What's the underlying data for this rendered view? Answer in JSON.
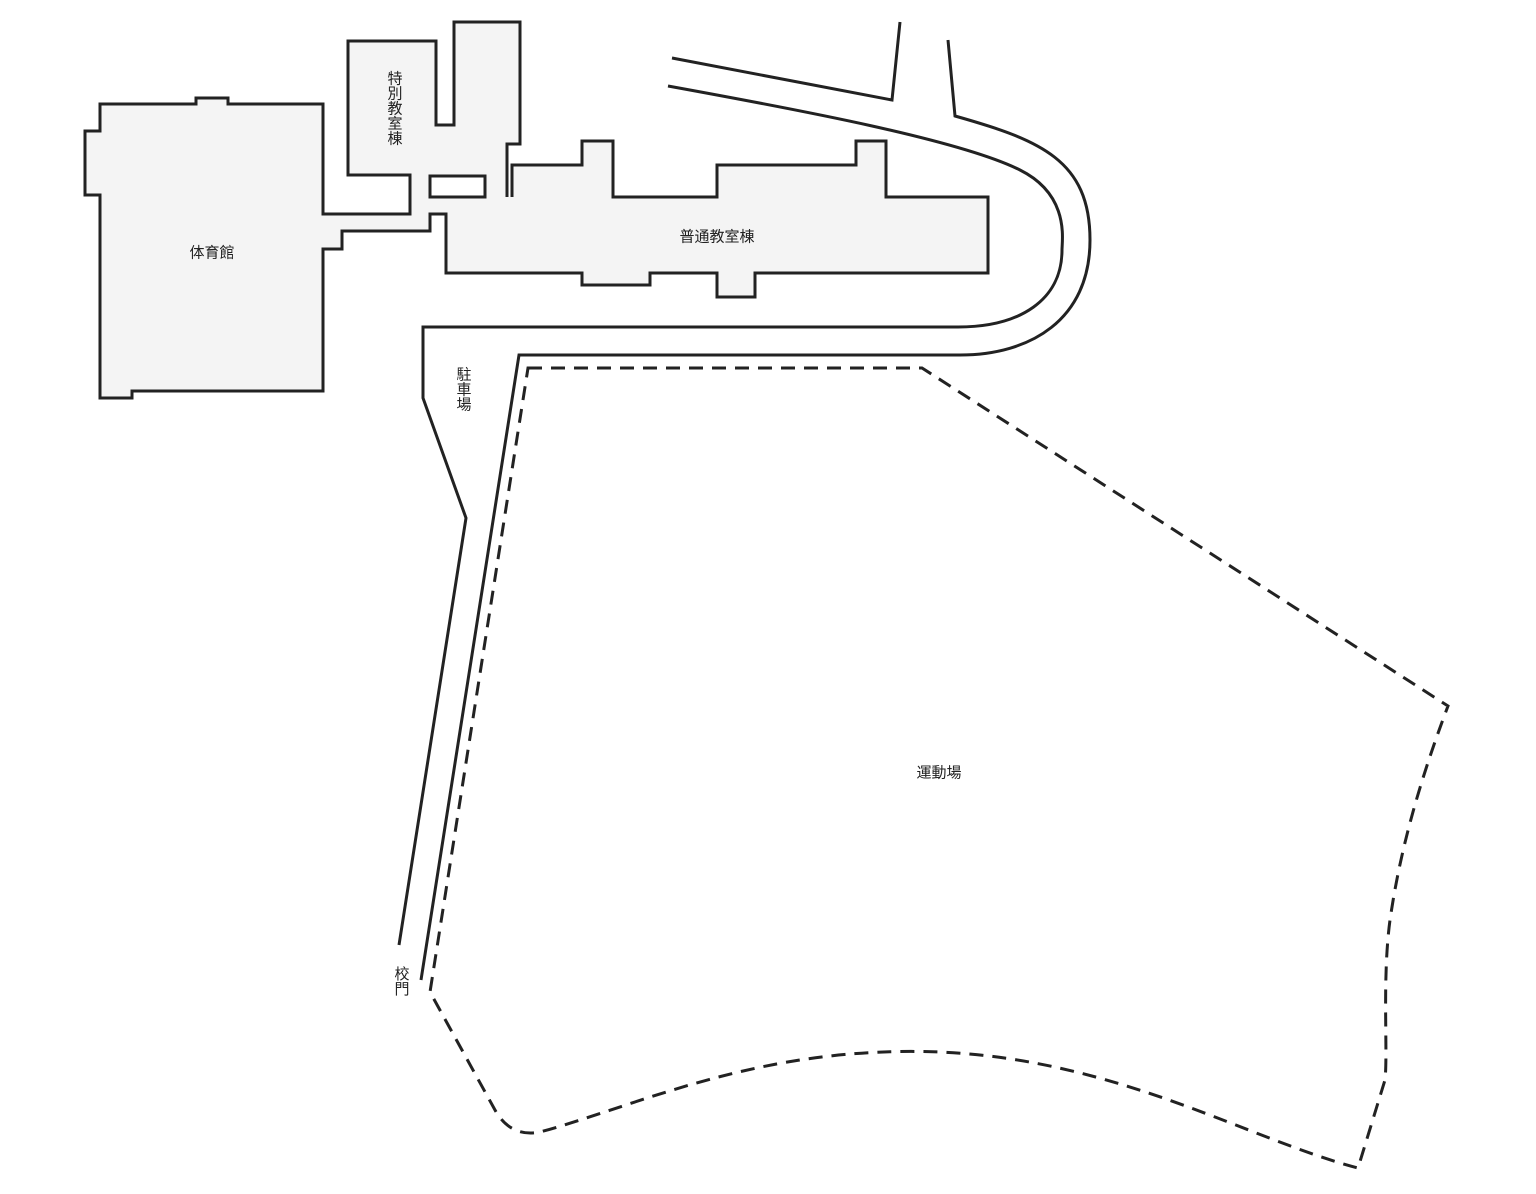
{
  "map": {
    "colors": {
      "building_fill": "#f4f4f4",
      "line": "#222222",
      "background": "#ffffff"
    },
    "labels": {
      "gym": "体育館",
      "special_classroom_building": "特別教室棟",
      "general_classroom_building": "普通教室棟",
      "parking": "駐車場",
      "playground": "運動場",
      "school_gate": "校門"
    }
  }
}
